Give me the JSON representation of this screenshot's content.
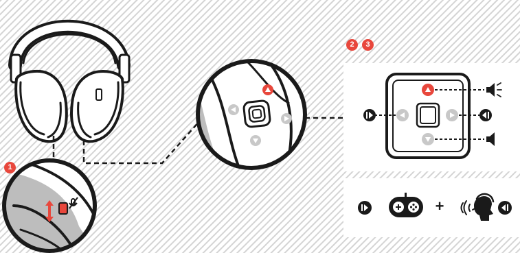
{
  "steps": {
    "step1": "1",
    "step2": "2",
    "step3": "3"
  },
  "combo": {
    "plus": "+"
  },
  "icons": {
    "headset": "headset-icon",
    "mic_mute_switch": "mic-mute-switch-icon",
    "nav_button": "nav-joystick-icon",
    "volume_up": "volume-up-icon",
    "volume_down": "volume-down-icon",
    "prev_track": "previous-track-icon",
    "next_track": "next-track-icon",
    "gamepad": "gamepad-icon",
    "chat": "chat-voice-icon"
  },
  "colors": {
    "accent": "#e8473c",
    "ink": "#1a1a1a",
    "inactive_arrow": "#c8c8c8",
    "stripe": "#d4d4d4",
    "panel": "#ffffff"
  }
}
